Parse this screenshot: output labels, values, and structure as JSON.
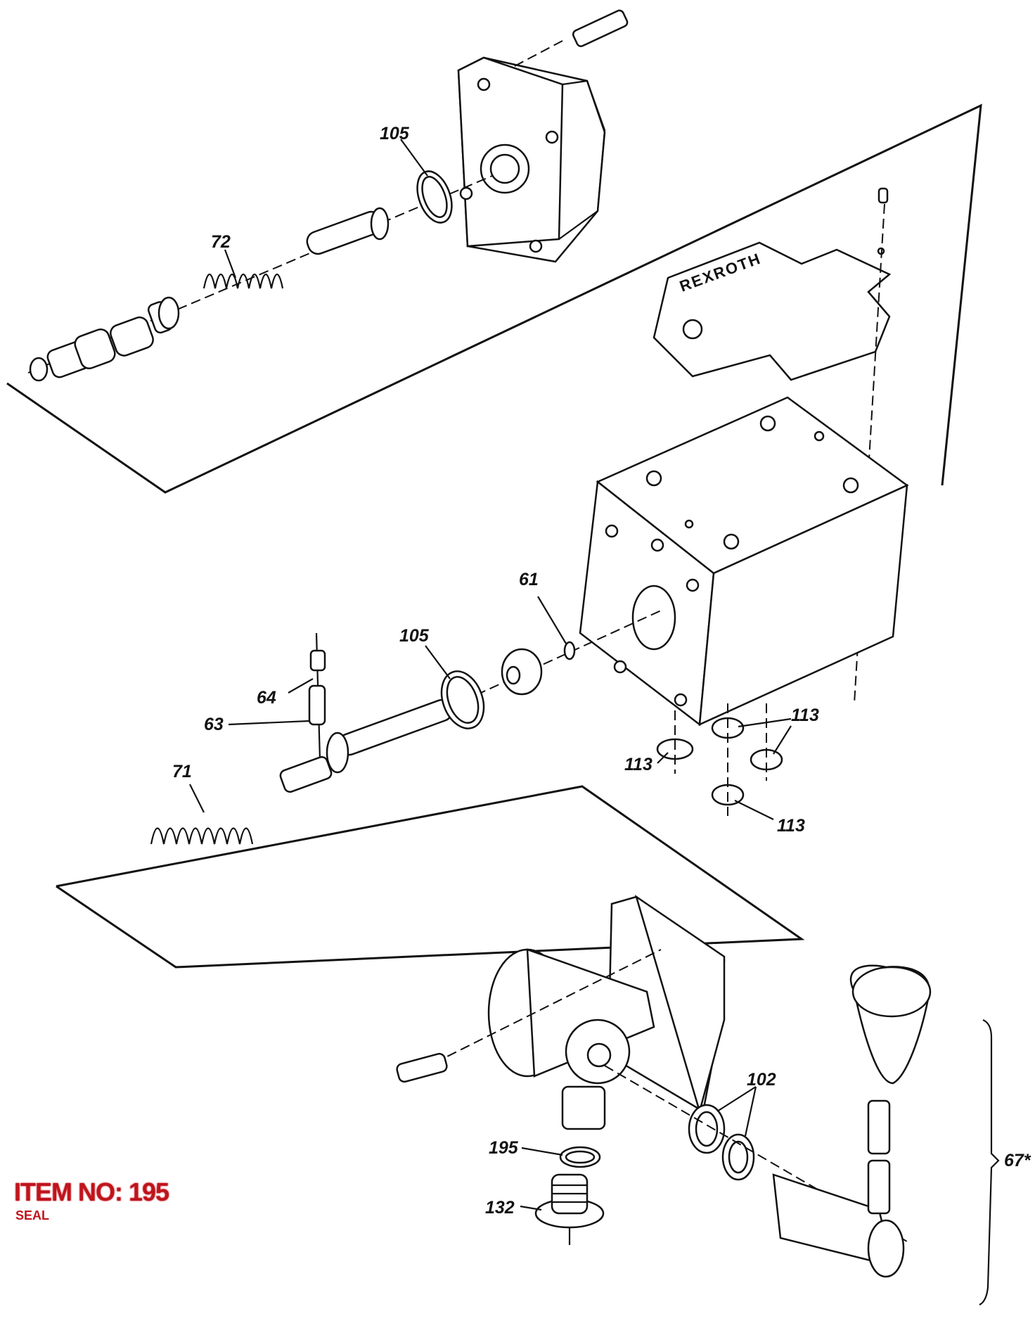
{
  "callouts": {
    "c105a": "105",
    "c72": "72",
    "c61": "61",
    "c105b": "105",
    "c64": "64",
    "c63": "63",
    "c71": "71",
    "c113a": "113",
    "c113b": "113",
    "c113c": "113",
    "c102": "102",
    "c195": "195",
    "c132": "132",
    "c67": "67*"
  },
  "nameplate": {
    "brand": "REXROTH"
  },
  "item": {
    "title": "ITEM NO: 195",
    "description": "SEAL"
  }
}
